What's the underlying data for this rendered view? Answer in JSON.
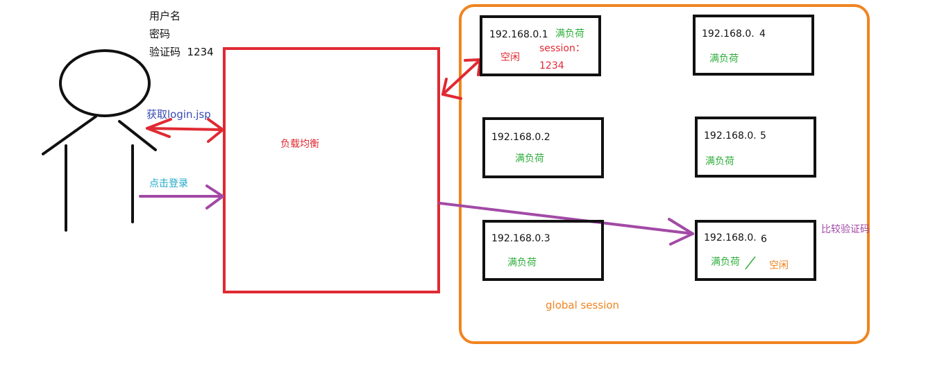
{
  "user": {
    "username_label": "用户名",
    "password_label": "密码",
    "captcha_label": "验证码  1234",
    "get_login_label": "获取login.jsp",
    "click_login_label": "点击登录"
  },
  "load_balancer": {
    "label": "负载均衡"
  },
  "cluster": {
    "global_session_label": "global session",
    "compare_label": "比较验证码",
    "servers": [
      {
        "ip": "192.168.0.1",
        "status": "满负荷",
        "status2": "空闲",
        "session_line1": "session：",
        "session_line2": "1234"
      },
      {
        "ip": "192.168.0.2",
        "status": "满负荷"
      },
      {
        "ip": "192.168.0.3",
        "status": "满负荷"
      },
      {
        "ip_prefix": "192.168.0.",
        "ip_suffix": "4",
        "status": "满负荷"
      },
      {
        "ip_prefix": "192.168.0.",
        "ip_suffix": "5",
        "status": "满负荷"
      },
      {
        "ip_prefix": "192.168.0.",
        "ip_suffix": "6",
        "status": "满负荷",
        "status2": "空闲"
      }
    ]
  },
  "colors": {
    "red": "#e02a33",
    "purple": "#a24aa6",
    "orange": "#f08420",
    "green": "#2fae3c",
    "black": "#111111"
  }
}
